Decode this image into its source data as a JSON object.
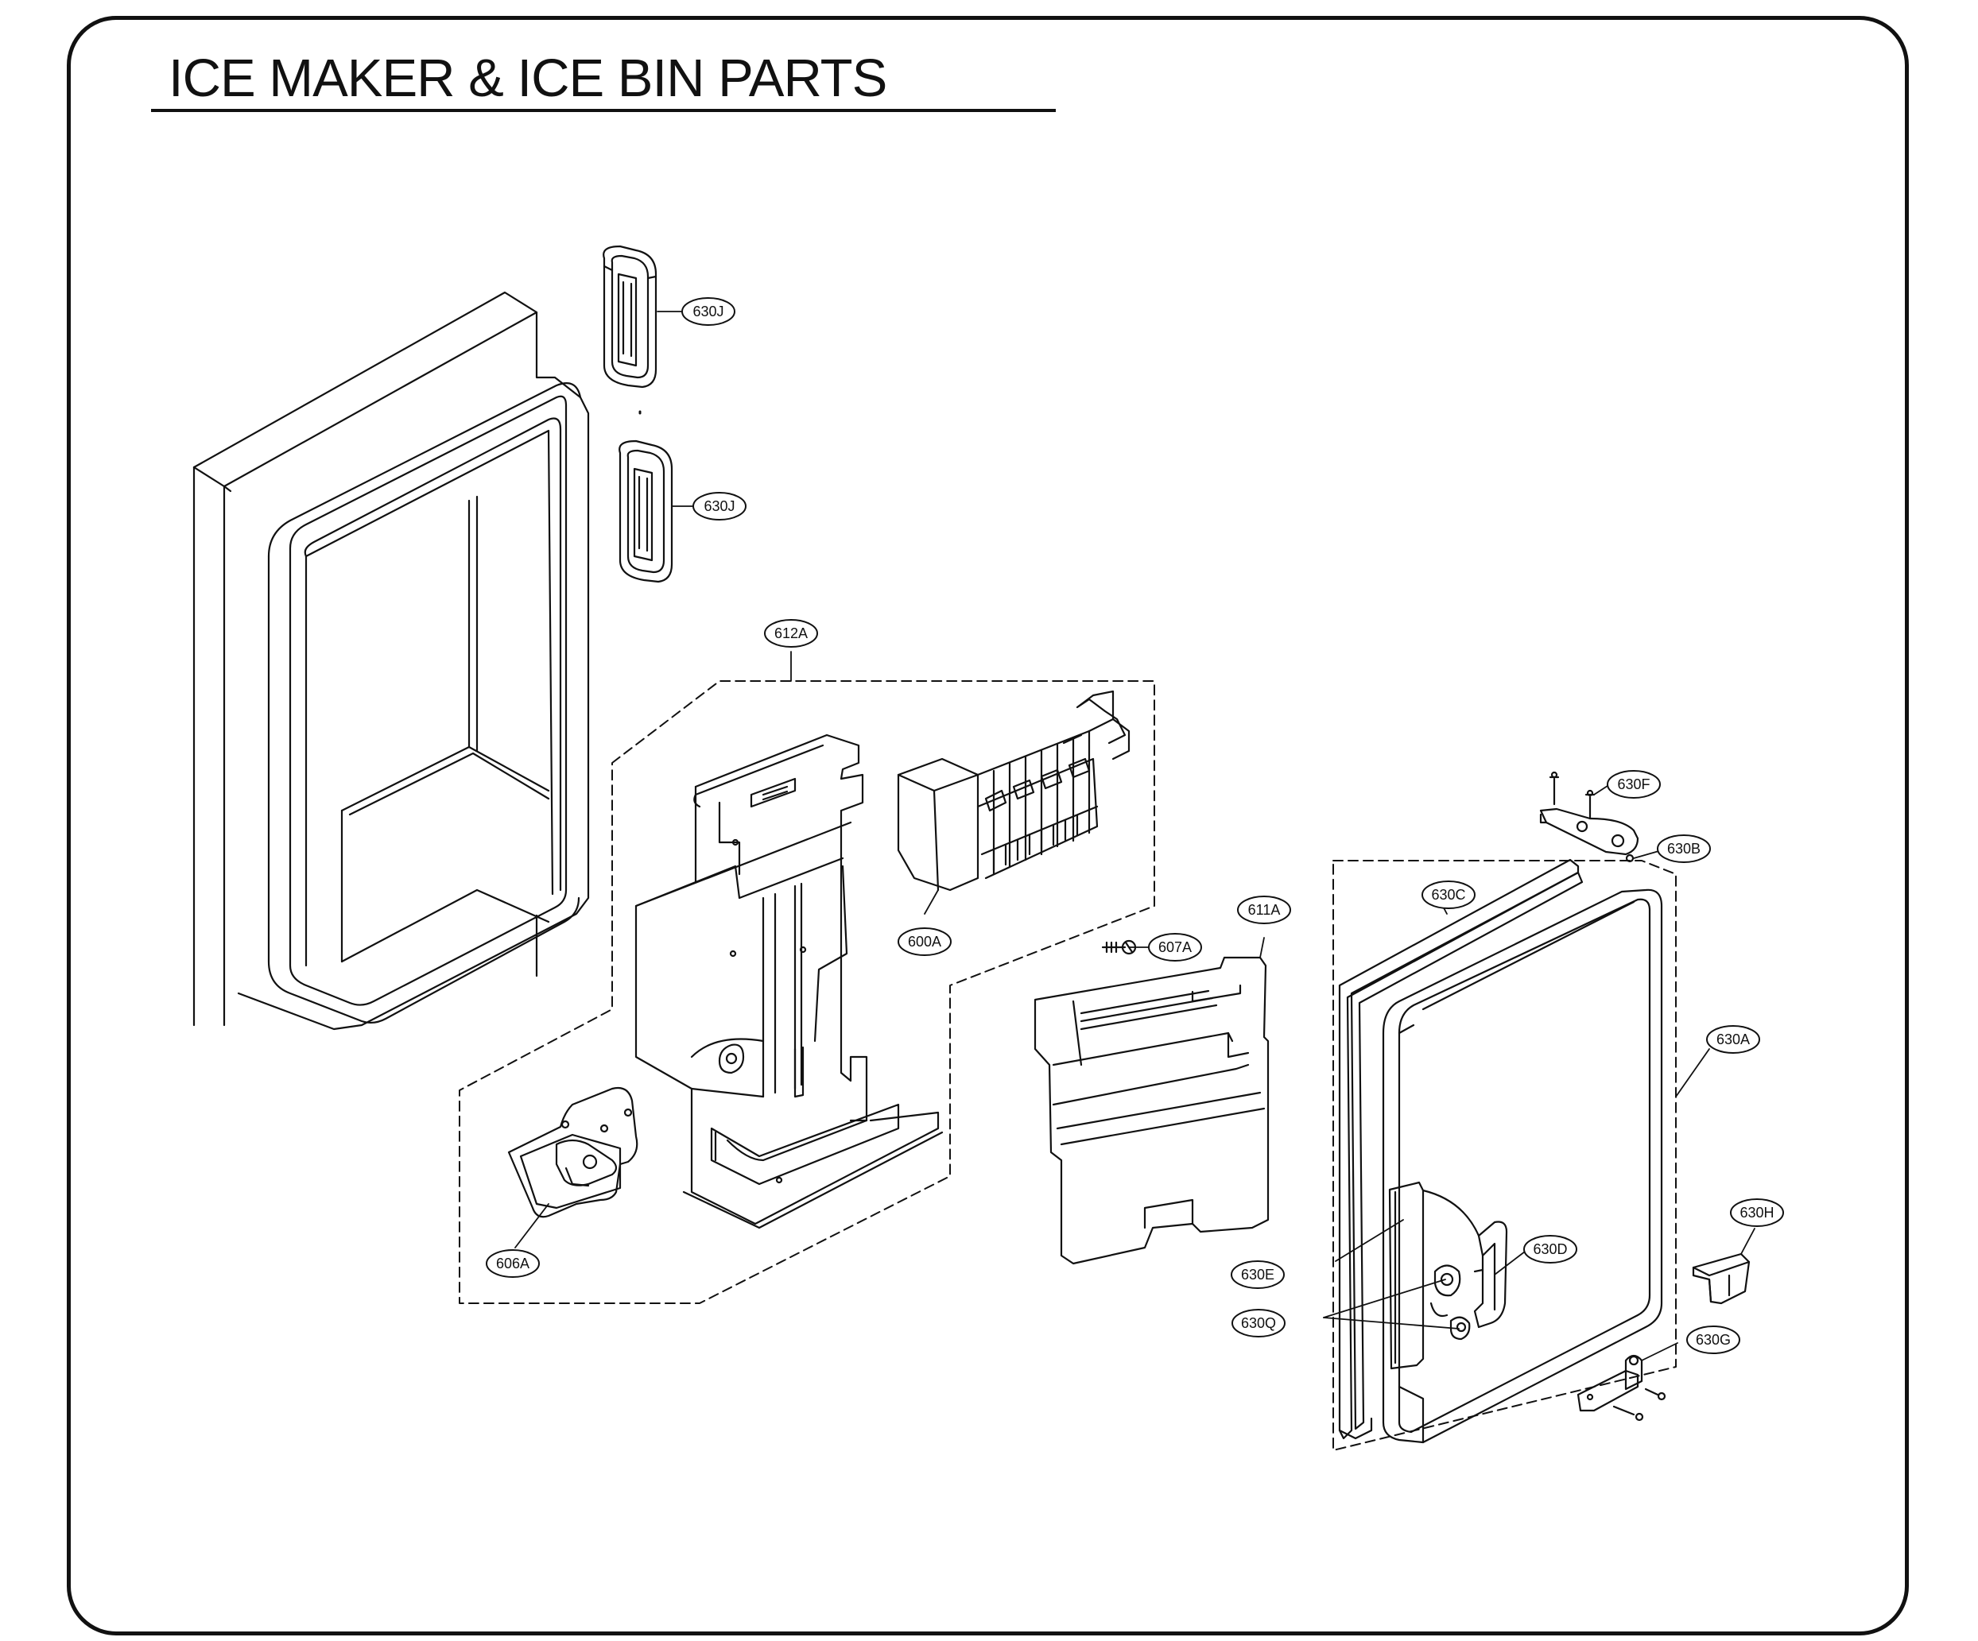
{
  "title": "ICE MAKER & ICE BIN PARTS",
  "parts": {
    "p630J_top": "630J",
    "p630J_bottom": "630J",
    "p612A": "612A",
    "p600A": "600A",
    "p606A": "606A",
    "p607A": "607A",
    "p611A": "611A",
    "p630F": "630F",
    "p630B": "630B",
    "p630C": "630C",
    "p630A": "630A",
    "p630H": "630H",
    "p630E": "630E",
    "p630D": "630D",
    "p630Q": "630Q",
    "p630G": "630G"
  },
  "colors": {
    "line": "#111111",
    "background": "#ffffff"
  }
}
